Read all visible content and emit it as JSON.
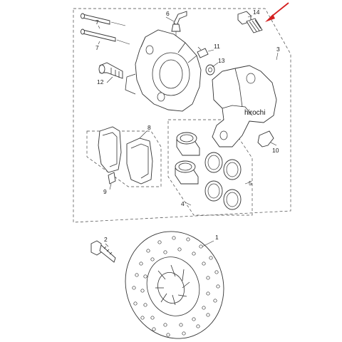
{
  "callouts": {
    "p1": "1",
    "p2": "2",
    "p3": "3",
    "p4": "4",
    "p5": "5",
    "p6": "6",
    "p7a": "7",
    "p7b": "7",
    "p8": "8",
    "p9": "9",
    "p10": "10",
    "p11": "11",
    "p12": "12",
    "p13": "13",
    "p14": "14"
  },
  "watermark": "hirochi",
  "colors": {
    "pointer_arrow": "#d42020",
    "line": "#333333"
  }
}
